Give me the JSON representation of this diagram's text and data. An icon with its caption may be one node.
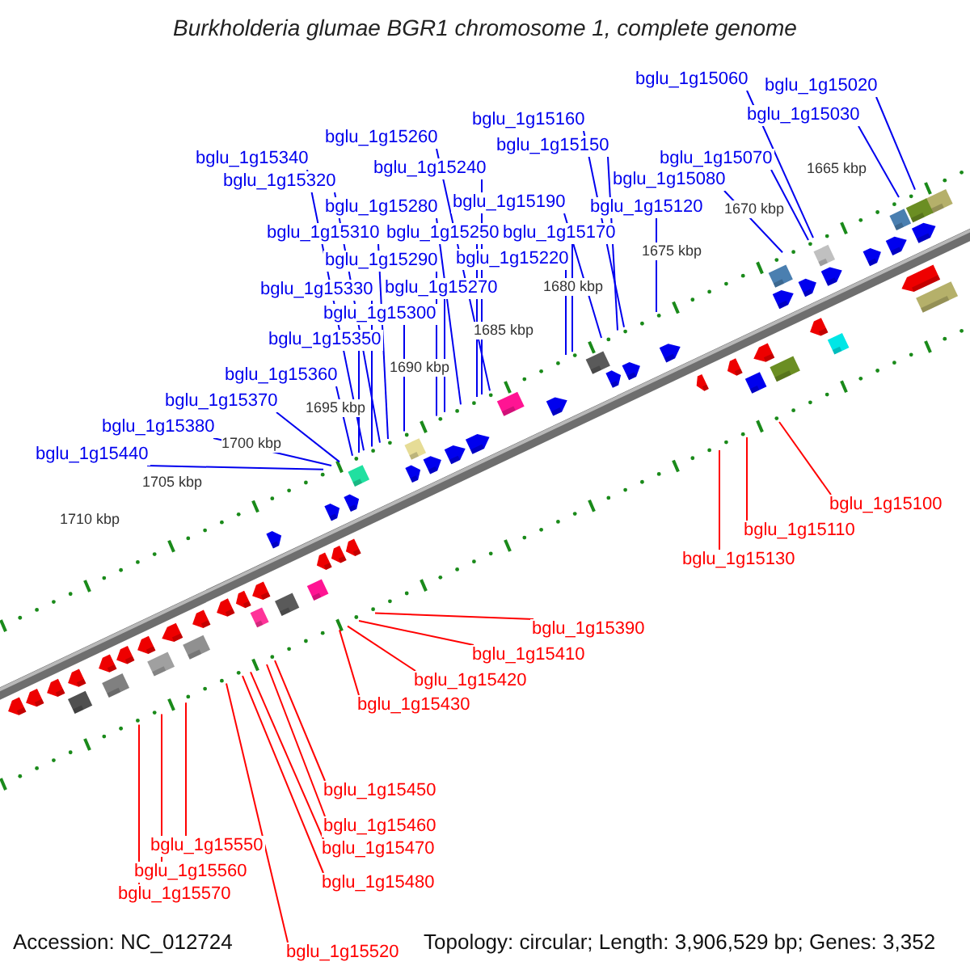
{
  "diagram": {
    "title": "Burkholderia glumae BGR1 chromosome 1, complete genome",
    "nodes": [
      {
        "text": [
          "bglu_1g15060"
        ]
      },
      {
        "text": [
          "bglu_1g15020"
        ]
      },
      {
        "text": [
          "bglu_1g15030"
        ]
      },
      {
        "text": [
          "bglu_1g15160"
        ]
      },
      {
        "text": [
          "bglu_1g15260"
        ]
      },
      {
        "text": [
          "bglu_1g15150"
        ]
      },
      {
        "text": [
          "bglu_1g15340"
        ]
      },
      {
        "text": [
          "bglu_1g15070"
        ]
      },
      {
        "text": [
          "bglu_1g15240"
        ]
      },
      {
        "text": [
          "bglu_1g15320"
        ]
      },
      {
        "text": [
          "bglu_1g15080"
        ]
      },
      {
        "text": [
          "bglu_1g15280"
        ]
      },
      {
        "text": [
          "bglu_1g15190"
        ]
      },
      {
        "text": [
          "bglu_1g15120"
        ]
      },
      {
        "text": [
          "bglu_1g15310"
        ]
      },
      {
        "text": [
          "bglu_1g15250"
        ]
      },
      {
        "text": [
          "bglu_1g15170"
        ]
      },
      {
        "text": [
          "bglu_1g15290"
        ]
      },
      {
        "text": [
          "bglu_1g15220"
        ]
      },
      {
        "text": [
          "bglu_1g15330"
        ]
      },
      {
        "text": [
          "bglu_1g15270"
        ]
      },
      {
        "text": [
          "bglu_1g15300"
        ]
      },
      {
        "text": [
          "bglu_1g15350"
        ]
      },
      {
        "text": [
          "bglu_1g15360"
        ]
      },
      {
        "text": [
          "bglu_1g15370"
        ]
      },
      {
        "text": [
          "bglu_1g15380"
        ]
      },
      {
        "text": [
          "bglu_1g15440"
        ]
      },
      {
        "text": [
          "bglu_1g15100"
        ]
      },
      {
        "text": [
          "bglu_1g15110"
        ]
      },
      {
        "text": [
          "bglu_1g15130"
        ]
      },
      {
        "text": [
          "bglu_1g15390"
        ]
      },
      {
        "text": [
          "bglu_1g15410"
        ]
      },
      {
        "text": [
          "bglu_1g15420"
        ]
      },
      {
        "text": [
          "bglu_1g15430"
        ]
      },
      {
        "text": [
          "bglu_1g15450"
        ]
      },
      {
        "text": [
          "bglu_1g15460"
        ]
      },
      {
        "text": [
          "bglu_1g15470"
        ]
      },
      {
        "text": [
          "bglu_1g15550"
        ]
      },
      {
        "text": [
          "bglu_1g15560"
        ]
      },
      {
        "text": [
          "bglu_1g15480"
        ]
      },
      {
        "text": [
          "bglu_1g15570"
        ]
      },
      {
        "text": [
          "bglu_1g15520"
        ]
      }
    ],
    "edges": [
      {
        "from": 0,
        "to": null,
        "arrow": "none"
      },
      {
        "from": 1,
        "to": null,
        "arrow": "none"
      },
      {
        "from": 2,
        "to": null,
        "arrow": "none"
      },
      {
        "from": 3,
        "to": null,
        "arrow": "none"
      },
      {
        "from": 4,
        "to": null,
        "arrow": "none"
      },
      {
        "from": 5,
        "to": null,
        "arrow": "none"
      },
      {
        "from": 6,
        "to": null,
        "arrow": "none"
      },
      {
        "from": 7,
        "to": null,
        "arrow": "none"
      },
      {
        "from": 8,
        "to": null,
        "arrow": "none"
      },
      {
        "from": 9,
        "to": null,
        "arrow": "none"
      },
      {
        "from": 10,
        "to": null,
        "arrow": "none"
      },
      {
        "from": 11,
        "to": null,
        "arrow": "none"
      },
      {
        "from": 12,
        "to": null,
        "arrow": "none"
      },
      {
        "from": 13,
        "to": null,
        "arrow": "none"
      },
      {
        "from": 14,
        "to": null,
        "arrow": "none"
      },
      {
        "from": 15,
        "to": null,
        "arrow": "none"
      },
      {
        "from": 16,
        "to": null,
        "arrow": "none"
      },
      {
        "from": 17,
        "to": null,
        "arrow": "none"
      },
      {
        "from": 18,
        "to": null,
        "arrow": "none"
      },
      {
        "from": 19,
        "to": null,
        "arrow": "none"
      },
      {
        "from": 20,
        "to": null,
        "arrow": "none"
      },
      {
        "from": 21,
        "to": null,
        "arrow": "none"
      },
      {
        "from": 22,
        "to": null,
        "arrow": "none"
      },
      {
        "from": 23,
        "to": null,
        "arrow": "none"
      },
      {
        "from": 24,
        "to": null,
        "arrow": "none"
      },
      {
        "from": 25,
        "to": null,
        "arrow": "none"
      },
      {
        "from": 26,
        "to": null,
        "arrow": "none"
      },
      {
        "from": 27,
        "to": null,
        "arrow": "none",
        "color": "#ff0000"
      },
      {
        "from": 28,
        "to": null,
        "arrow": "none",
        "color": "#ff0000"
      },
      {
        "from": 29,
        "to": null,
        "arrow": "none",
        "color": "#ff0000"
      },
      {
        "from": 30,
        "to": null,
        "arrow": "none",
        "color": "#ff0000"
      },
      {
        "from": 31,
        "to": null,
        "arrow": "none",
        "color": "#ff0000"
      },
      {
        "from": 32,
        "to": null,
        "arrow": "none",
        "color": "#ff0000"
      },
      {
        "from": 33,
        "to": null,
        "arrow": "none",
        "color": "#ff0000"
      },
      {
        "from": 34,
        "to": null,
        "arrow": "none",
        "color": "#ff0000"
      },
      {
        "from": 35,
        "to": null,
        "arrow": "none",
        "color": "#ff0000"
      },
      {
        "from": 36,
        "to": null,
        "arrow": "none",
        "color": "#ff0000"
      },
      {
        "from": 37,
        "to": null,
        "arrow": "none",
        "color": "#ff0000"
      },
      {
        "from": 38,
        "to": null,
        "arrow": "none",
        "color": "#ff0000"
      },
      {
        "from": 39,
        "to": null,
        "arrow": "none",
        "color": "#ff0000"
      },
      {
        "from": 40,
        "to": null,
        "arrow": "none",
        "color": "#ff0000"
      },
      {
        "from": 41,
        "to": null,
        "arrow": "none",
        "color": "#ff0000"
      }
    ],
    "labels": [
      "1665 kbp",
      "1670 kbp",
      "1675 kbp",
      "1680 kbp",
      "1685 kbp",
      "1690 kbp",
      "1695 kbp",
      "1700 kbp",
      "1705 kbp",
      "1710 kbp",
      "Accession: NC_012724",
      "Topology: circular; Length: 3,906,529 bp; Genes: 3,352"
    ]
  }
}
